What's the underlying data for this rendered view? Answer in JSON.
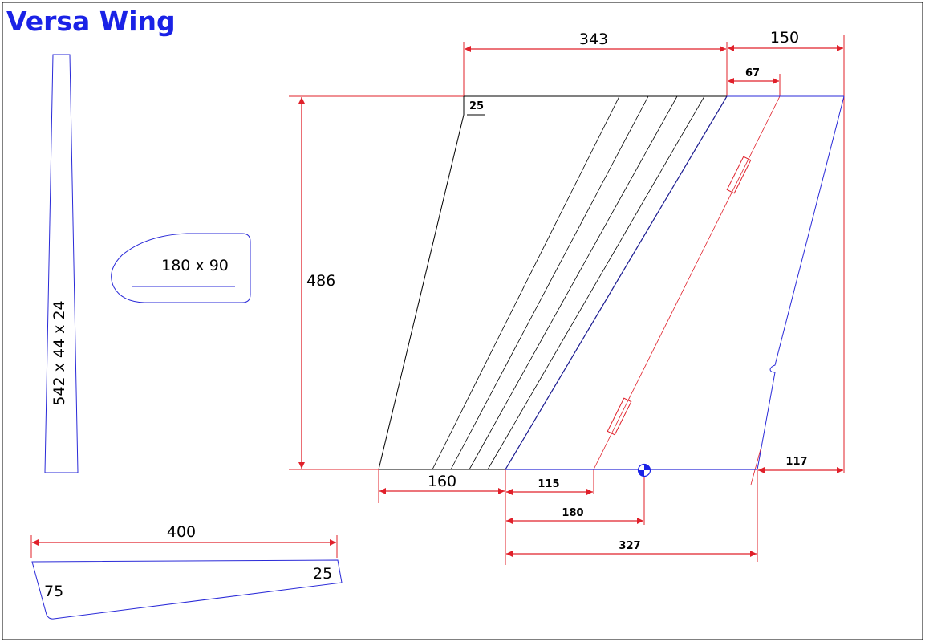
{
  "title": "Versa Wing",
  "colors": {
    "title": "#1a22e6",
    "outline_blue": "#2a2ad8",
    "dimension_red": "#e0202a",
    "black": "#000000"
  },
  "parts": {
    "spar_label": "542 x 44 x 24",
    "canopy_label": "180 x 90",
    "fin_width": "400",
    "fin_root": "75",
    "fin_tip": "25"
  },
  "wing": {
    "span": "343",
    "tip_extension": "150",
    "aileron_offset": "67",
    "corner": "25",
    "chord": "486",
    "root_offset": "160",
    "aileron_root": "115",
    "cg_position": "180",
    "tip_root": "327",
    "tip_offset": "117"
  }
}
